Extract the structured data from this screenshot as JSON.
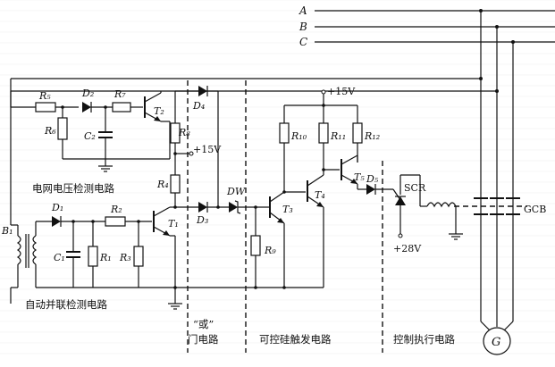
{
  "phases": {
    "a": "A",
    "b": "B",
    "c": "C"
  },
  "labels": {
    "grid_voltage_circuit": "电网电压检测电路",
    "auto_parallel_circuit": "自动并联检测电路",
    "or_gate_line1": "“或”",
    "or_gate_line2": "门电路",
    "scr_trigger_circuit": "可控硅触发电路",
    "control_exec_circuit": "控制执行电路",
    "gcb": "GCB",
    "generator": "G",
    "scr": "SCR",
    "plus15v_top": "+15V",
    "plus15v_mid": "+15V",
    "plus28v": "+28V"
  },
  "components": {
    "D1": "D₁",
    "D2": "D₂",
    "D3": "D₃",
    "D4": "D₄",
    "D5": "D₅",
    "DW": "DW",
    "R1": "R₁",
    "R2": "R₂",
    "R3": "R₃",
    "R4": "R₄",
    "R5": "R₅",
    "R6": "R₆",
    "R7": "R₇",
    "R8": "R₈",
    "R9": "R₉",
    "R10": "R₁₀",
    "R11": "R₁₁",
    "R12": "R₁₂",
    "C1": "C₁",
    "C2": "C₂",
    "T1": "T₁",
    "T2": "T₂",
    "T3": "T₃",
    "T4": "T₄",
    "T5": "T₅",
    "B1": "B₁"
  }
}
